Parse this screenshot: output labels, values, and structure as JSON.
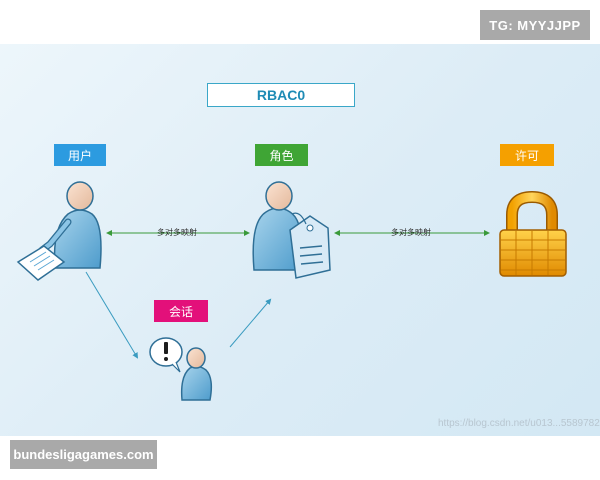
{
  "top_badge": "TG: MYYJJPP",
  "diagram": {
    "title": "RBAC0",
    "nodes": {
      "user": "用户",
      "role": "角色",
      "permission": "许可",
      "session": "会话"
    },
    "edges": {
      "user_role": "多对多映射",
      "role_permission": "多对多映射"
    },
    "watermark": "https://blog.csdn.net/u013...5589782"
  },
  "bottom_badge": "bundesligagames.com",
  "colors": {
    "user_tag": "#2c9be0",
    "role_tag": "#3fa535",
    "permission_tag": "#f5a000",
    "session_tag": "#e3107a",
    "title_text": "#1e8bb5",
    "edge_green": "#3a9a3a",
    "edge_blue": "#3a9bc0"
  }
}
